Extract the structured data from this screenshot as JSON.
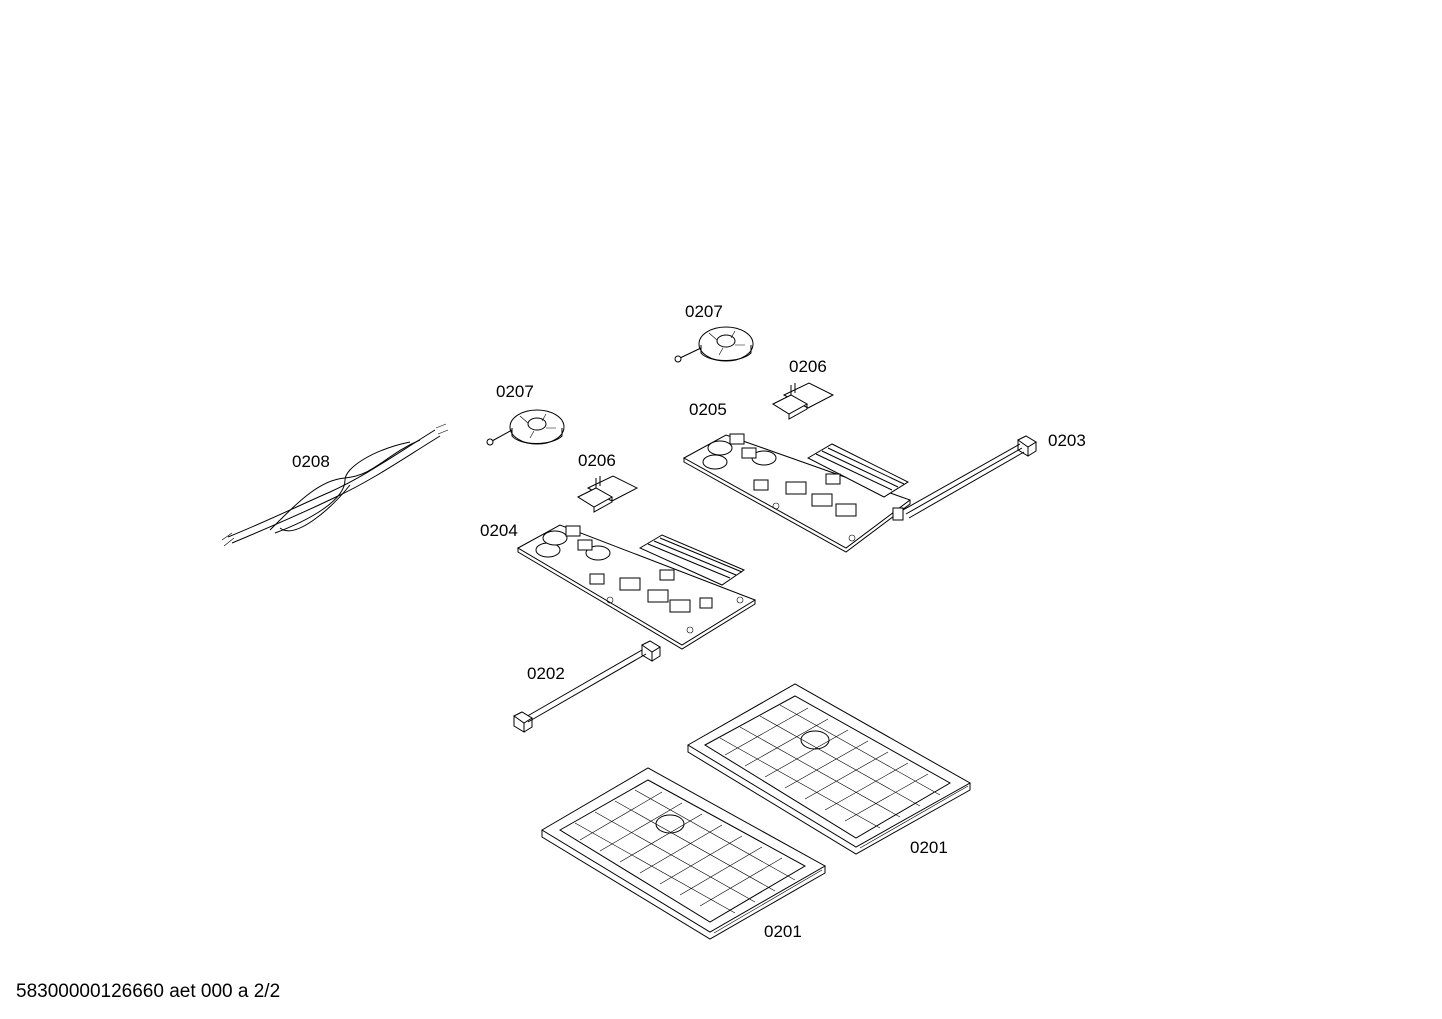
{
  "labels": {
    "cable_0208": "0208",
    "coil_left_0207": "0207",
    "coil_right_0207": "0207",
    "shield_left_0206": "0206",
    "shield_right_0206": "0206",
    "board_0205": "0205",
    "board_0204": "0204",
    "harness_0203": "0203",
    "harness_0202": "0202",
    "tray_right_0201": "0201",
    "tray_left_0201": "0201"
  },
  "document_id": "58300000126660 aet 000 a 2/2"
}
